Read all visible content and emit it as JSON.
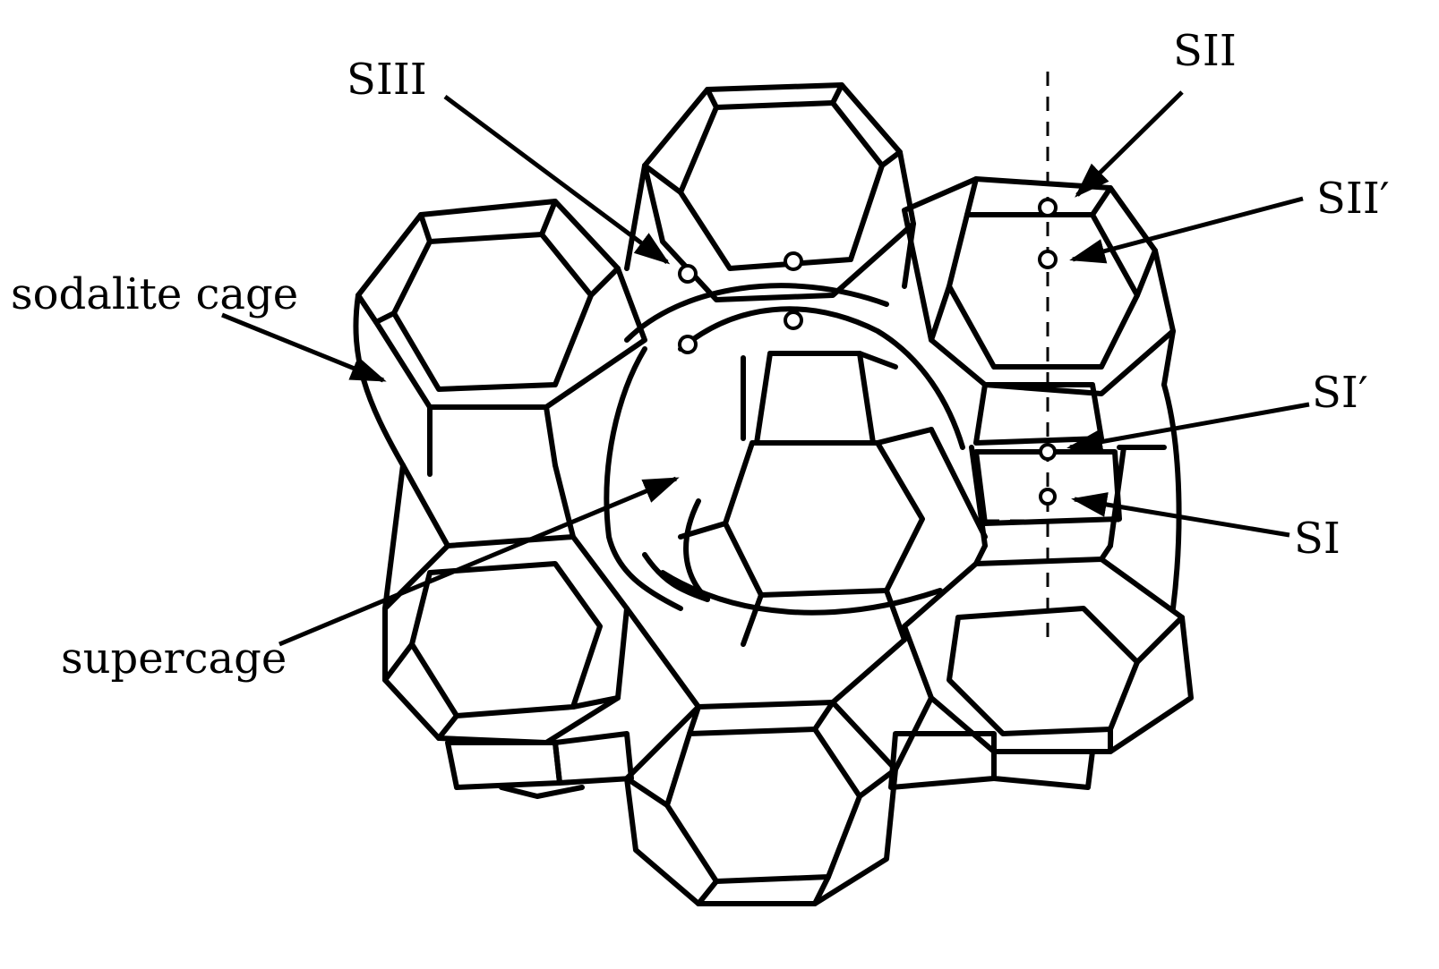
{
  "labels": {
    "siii": "SIII",
    "sii": "SII",
    "sii_prime": "SII′",
    "si_prime": "SI′",
    "si": "SI",
    "sodalite_cage": "sodalite cage",
    "supercage": "supercage"
  },
  "colors": {
    "line": "#000000",
    "background": "#ffffff"
  }
}
